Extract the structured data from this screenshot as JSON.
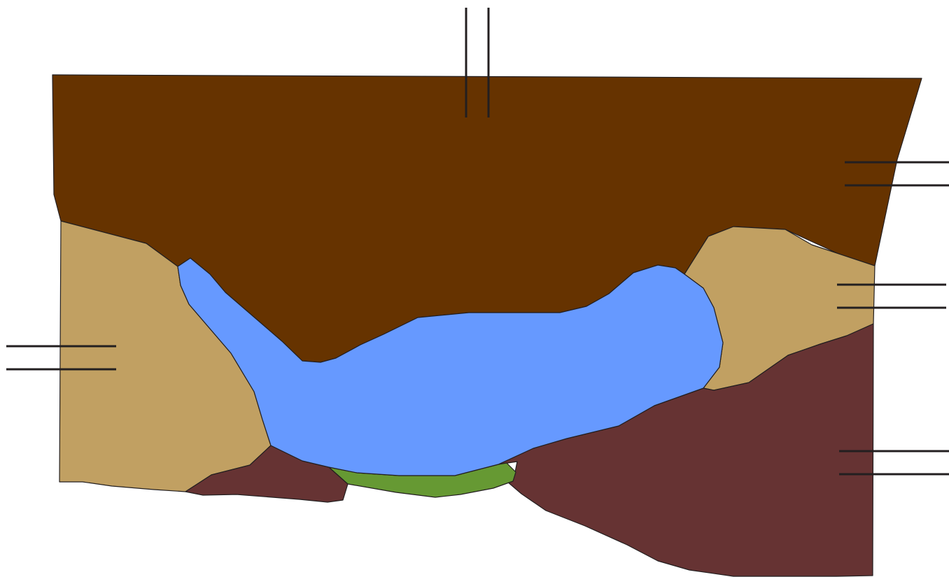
{
  "diagram": {
    "regions": [
      {
        "id": "top-brown-layer",
        "color": "#663300"
      },
      {
        "id": "left-tan-layer",
        "color": "#c1a062"
      },
      {
        "id": "right-tan-layer",
        "color": "#c1a062"
      },
      {
        "id": "blue-cavity",
        "color": "#6699ff"
      },
      {
        "id": "green-lens",
        "color": "#669933"
      },
      {
        "id": "lower-left-maroon-layer",
        "color": "#663333"
      },
      {
        "id": "lower-right-maroon-layer",
        "color": "#663333"
      }
    ],
    "label_pointers": [
      {
        "id": "top-center",
        "target": "top-brown-layer"
      },
      {
        "id": "right-upper",
        "target": "top-brown-layer"
      },
      {
        "id": "right-middle",
        "target": "right-tan-layer"
      },
      {
        "id": "left",
        "target": "left-tan-layer"
      },
      {
        "id": "right-lower",
        "target": "lower-right-maroon-layer"
      }
    ],
    "line_color": "#231f20",
    "background": "#ffffff"
  }
}
